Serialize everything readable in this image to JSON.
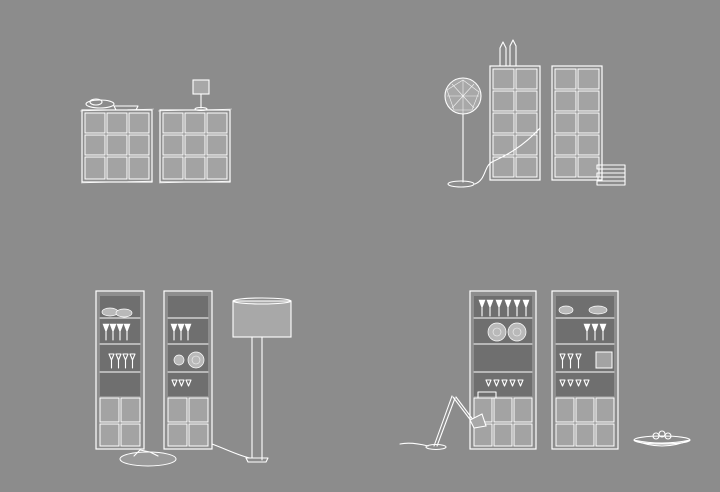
{
  "image": {
    "background_color": "#8c8c8c",
    "line_color": "#ffffff",
    "panel_color": "#a3a3a3"
  },
  "scenes": [
    {
      "name": "low-cabinets-with-table-lamp",
      "units": 2,
      "accessories": [
        "bowl",
        "table-lamp"
      ]
    },
    {
      "name": "tall-cabinets-with-pendant-floor-lamp",
      "units": 2,
      "accessories": [
        "globe-floor-lamp",
        "vases",
        "book-stack"
      ]
    },
    {
      "name": "glass-vitrines-with-drum-floor-lamp",
      "units": 2,
      "accessories": [
        "wine-glasses",
        "plates",
        "drum-floor-lamp",
        "round-rug"
      ]
    },
    {
      "name": "glass-vitrines-with-arm-lamp",
      "units": 2,
      "accessories": [
        "wine-glasses",
        "plates",
        "articulated-floor-lamp",
        "fruit-bowl"
      ]
    }
  ]
}
